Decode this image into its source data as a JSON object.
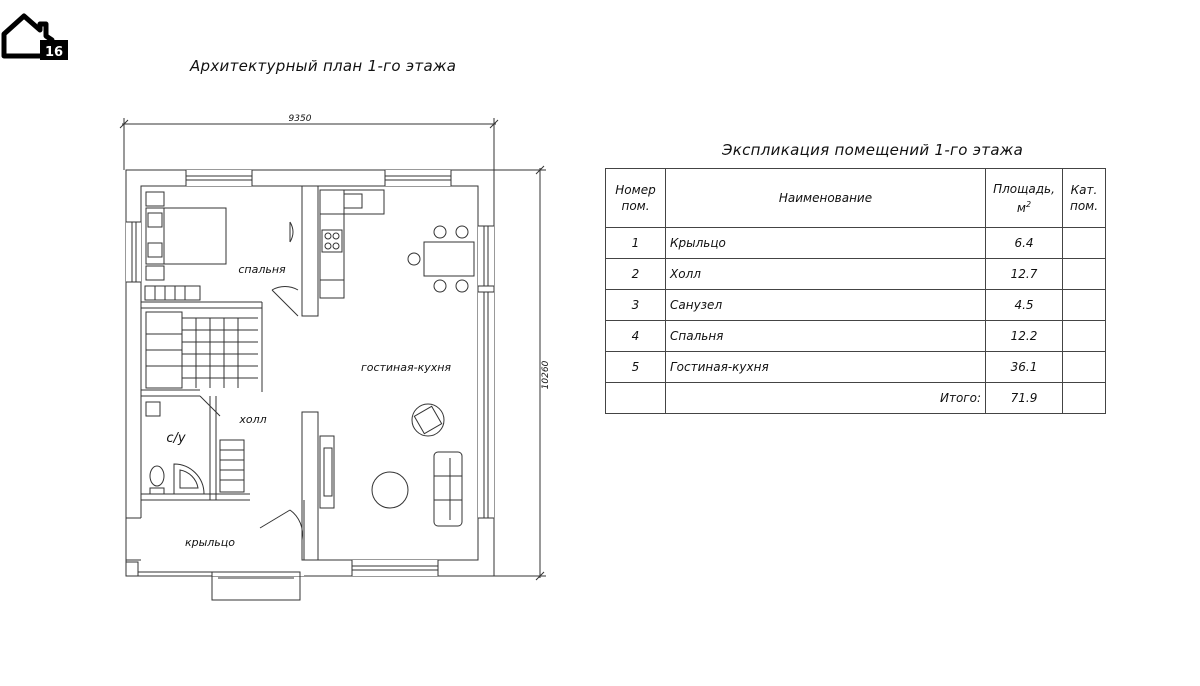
{
  "logo": {
    "number": "16"
  },
  "plan": {
    "title": "Архитектурный план 1-го этажа",
    "dim_width": "9350",
    "dim_height": "10260",
    "rooms": {
      "bedroom": "спальня",
      "living_kitchen": "гостиная-кухня",
      "hall": "холл",
      "bathroom": "с/у",
      "porch": "крыльцо"
    }
  },
  "explication": {
    "title": "Экспликация помещений 1-го этажа",
    "headers": {
      "num_line1": "Номер",
      "num_line2": "пом.",
      "name": "Наименование",
      "area_line1": "Площадь,",
      "area_line2": "м",
      "area_sup": "2",
      "cat_line1": "Кат.",
      "cat_line2": "пом."
    },
    "rows": [
      {
        "num": "1",
        "name": "Крыльцо",
        "area": "6.4",
        "cat": ""
      },
      {
        "num": "2",
        "name": "Холл",
        "area": "12.7",
        "cat": ""
      },
      {
        "num": "3",
        "name": "Санузел",
        "area": "4.5",
        "cat": ""
      },
      {
        "num": "4",
        "name": "Спальня",
        "area": "12.2",
        "cat": ""
      },
      {
        "num": "5",
        "name": "Гостиная-кухня",
        "area": "36.1",
        "cat": ""
      }
    ],
    "total_label": "Итого:",
    "total_value": "71.9"
  }
}
